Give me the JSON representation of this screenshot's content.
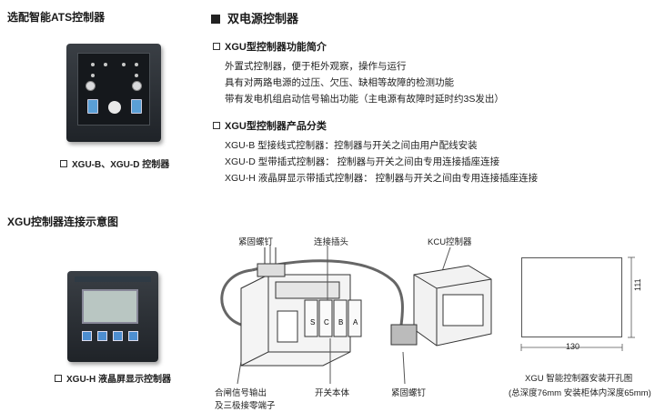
{
  "left_top": {
    "heading": "选配智能ATS控制器",
    "caption": "XGU-B、XGU-D 控制器"
  },
  "right_top": {
    "title": "双电源控制器",
    "intro_heading": "XGU型控制器功能简介",
    "intro_lines": [
      "外置式控制器，便于柜外观察，操作与运行",
      "具有对两路电源的过压、欠压、缺相等故障的检测功能",
      "带有发电机组启动信号输出功能（主电源有故障时延时约3S发出）"
    ],
    "classes_heading": "XGU型控制器产品分类",
    "class_lines": [
      "XGU-B  型接线式控制器：控制器与开关之间由用户配线安装",
      "XGU-D  型带插式控制器： 控制器与开关之间由专用连接插座连接",
      "XGU-H  液晶屏显示带插式控制器： 控制器与开关之间由专用连接插座连接"
    ]
  },
  "left_bottom": {
    "heading": "XGU控制器连接示意图",
    "caption": "XGU-H 液晶屏显示控制器"
  },
  "diagram": {
    "label_screw_top": "紧固螺钉",
    "label_plug": "连接插头",
    "label_kcu": "KCU控制器",
    "label_signal_1": "合闸信号输出",
    "label_signal_2": "及三极接零端子",
    "label_switch_body": "开关本体",
    "label_screw_bottom": "紧固螺钉",
    "terminal_letters": [
      "S",
      "C",
      "B",
      "A"
    ]
  },
  "cutout": {
    "width_label": "130",
    "height_label": "111",
    "caption_1": "XGU  智能控制器安装开孔图",
    "caption_2": "(总深度76mm 安装柜体内深度65mm)"
  }
}
